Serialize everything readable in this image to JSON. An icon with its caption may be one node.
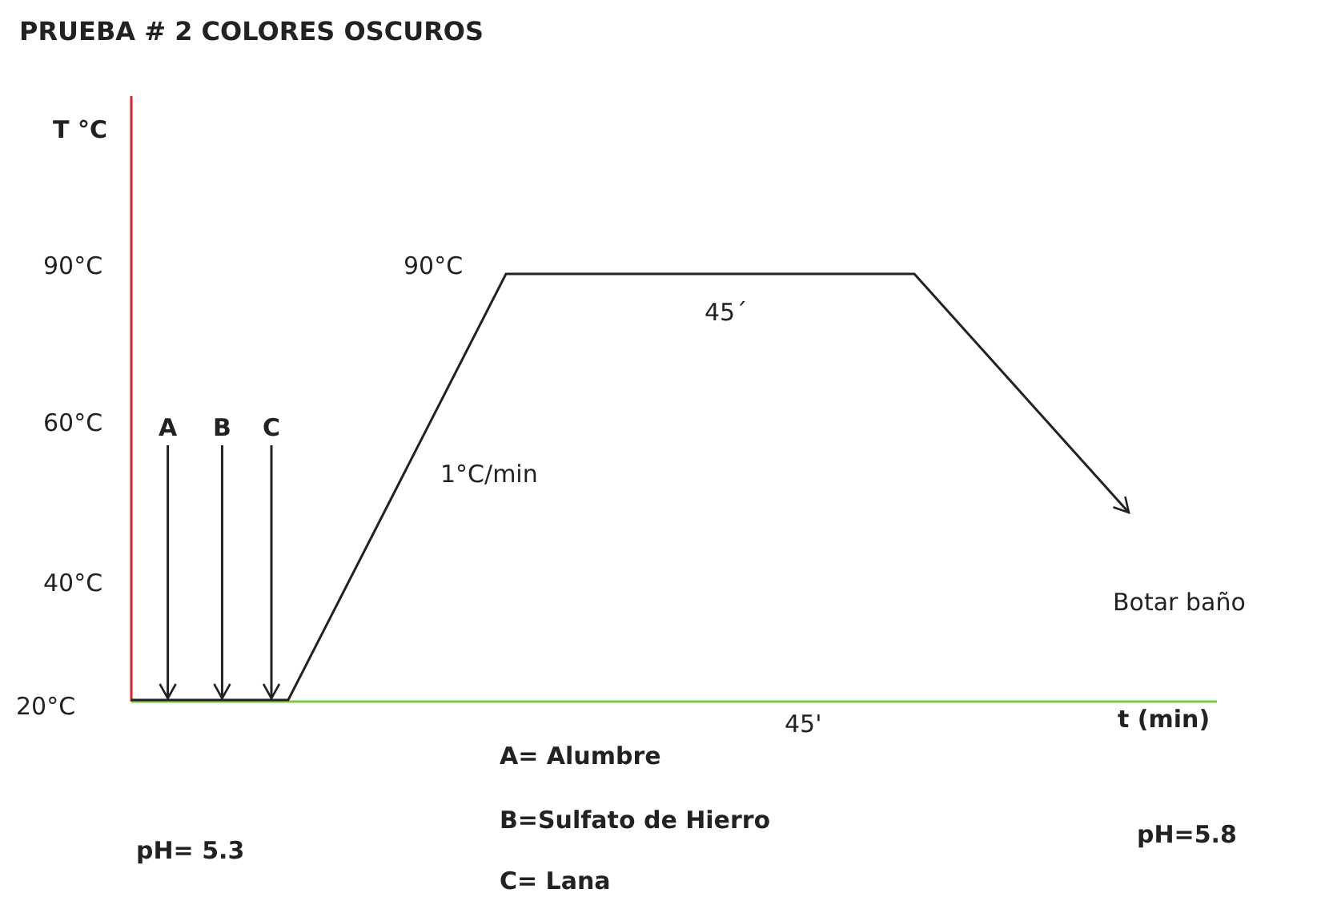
{
  "diagram": {
    "title": "PRUEBA # 2 COLORES OSCUROS",
    "nodes": [
      {
        "text": [
          "A"
        ]
      },
      {
        "text": [
          "B"
        ]
      },
      {
        "text": [
          "C"
        ]
      }
    ],
    "edges": [
      {
        "from": 0,
        "to": null,
        "arrow": "to"
      },
      {
        "from": 1,
        "to": null,
        "arrow": "to"
      },
      {
        "from": 2,
        "to": null,
        "arrow": "to"
      }
    ],
    "labels": [
      "T °C",
      "90°C",
      "90°C",
      "45´",
      "60°C",
      "1°C/min",
      "40°C",
      "Botar baño",
      "20°C",
      "45'",
      "t (min)",
      "A= Alumbre",
      "B=Sulfato de Hierro",
      "pH= 5.3",
      "pH=5.8",
      "C= Lana"
    ]
  }
}
